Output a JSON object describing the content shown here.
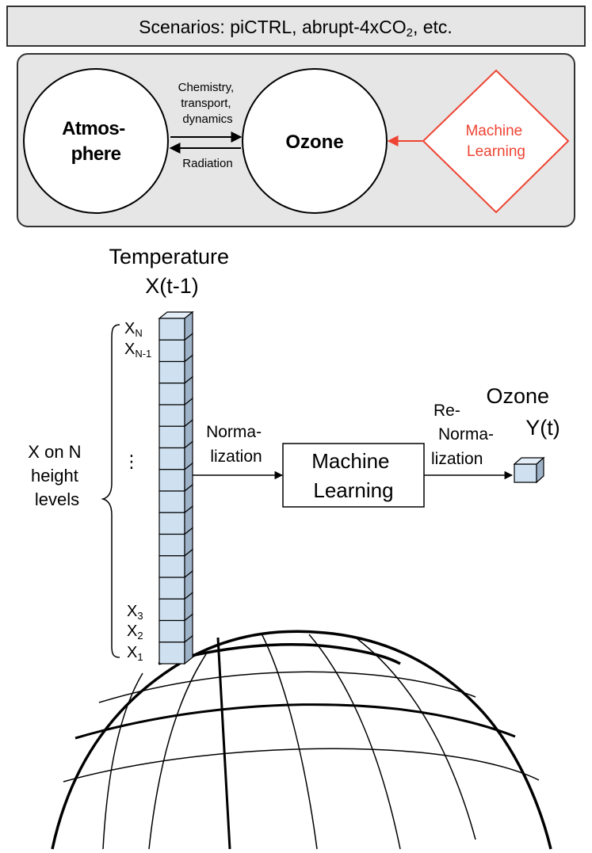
{
  "scenarios": {
    "prefix": "Scenarios: piCTRL, abrupt-4xCO",
    "subscript": "2",
    "suffix": ", etc."
  },
  "top_panel": {
    "atmosphere": {
      "line1": "Atmos-",
      "line2": "phere"
    },
    "ozone": "Ozone",
    "arrow_top_label": {
      "line1": "Chemistry,",
      "line2": "transport,",
      "line3": "dynamics"
    },
    "arrow_bottom_label": "Radiation",
    "ml": {
      "line1": "Machine",
      "line2": "Learning"
    }
  },
  "column": {
    "title_line1": "Temperature",
    "title_line2": "X(t-1)",
    "cell_count": 16,
    "levels": [
      {
        "base": "X",
        "sub": "N"
      },
      {
        "base": "X",
        "sub": "N-1"
      },
      {
        "base": "X",
        "sub": "3"
      },
      {
        "base": "X",
        "sub": "2"
      },
      {
        "base": "X",
        "sub": "1"
      }
    ],
    "ellipsis": "⋮",
    "brace_label": {
      "line1": "X on N",
      "line2": "height",
      "line3": "levels"
    }
  },
  "flow": {
    "normalization": {
      "line1": "Norma-",
      "line2": "lization"
    },
    "ml_box": {
      "line1": "Machine",
      "line2": "Learning"
    },
    "renormalization": {
      "line1": "Re-",
      "line2": "Norma-",
      "line3": "lization"
    },
    "output": {
      "line1": "Ozone",
      "line2": "Y(t)"
    }
  },
  "colors": {
    "panel_fill": "#e6e6e6",
    "header_fill": "#e6e6e6",
    "ml_red": "#ee4433",
    "cell_front": "#cfe0f0",
    "cell_side": "#9fb3c8",
    "cell_top": "#e4eef8"
  }
}
